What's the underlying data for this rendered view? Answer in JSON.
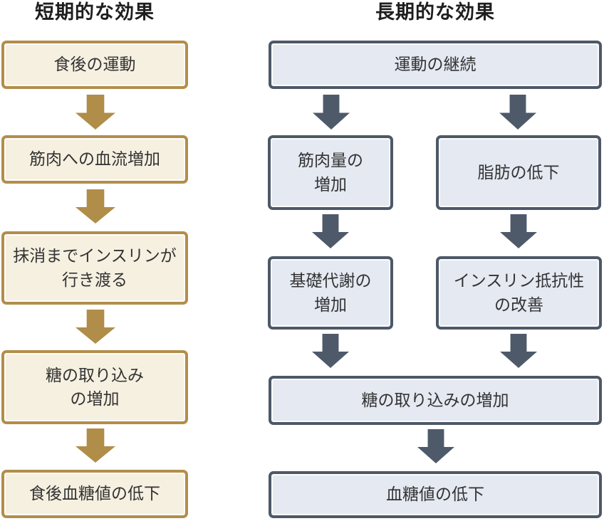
{
  "diagram": {
    "short_term": {
      "title": "短期的な効果",
      "nodes": [
        {
          "label": "食後の運動"
        },
        {
          "label": "筋肉への血流増加"
        },
        {
          "label": "抹消までインスリンが\n行き渡る"
        },
        {
          "label": "糖の取り込み\nの増加"
        },
        {
          "label": "食後血糖値の低下"
        }
      ]
    },
    "long_term": {
      "title": "長期的な効果",
      "root": {
        "label": "運動の継続"
      },
      "branch_muscle": [
        {
          "label": "筋肉量の\n増加"
        },
        {
          "label": "基礎代謝の\n増加"
        }
      ],
      "branch_fat": [
        {
          "label": "脂肪の低下"
        },
        {
          "label": "インスリン抵抗性\nの改善"
        }
      ],
      "merge": {
        "label": "糖の取り込みの増加"
      },
      "final": {
        "label": "血糖値の低下"
      }
    }
  },
  "colors": {
    "gold_border": "#B28E4A",
    "gold_fill": "#F6F0E1",
    "gold_arrow": "#B08D48",
    "slate_border": "#4E5866",
    "slate_fill": "#E4E9F2",
    "slate_arrow": "#4E5A6A",
    "title_color": "#1E1E1E",
    "text_color": "#333333"
  }
}
